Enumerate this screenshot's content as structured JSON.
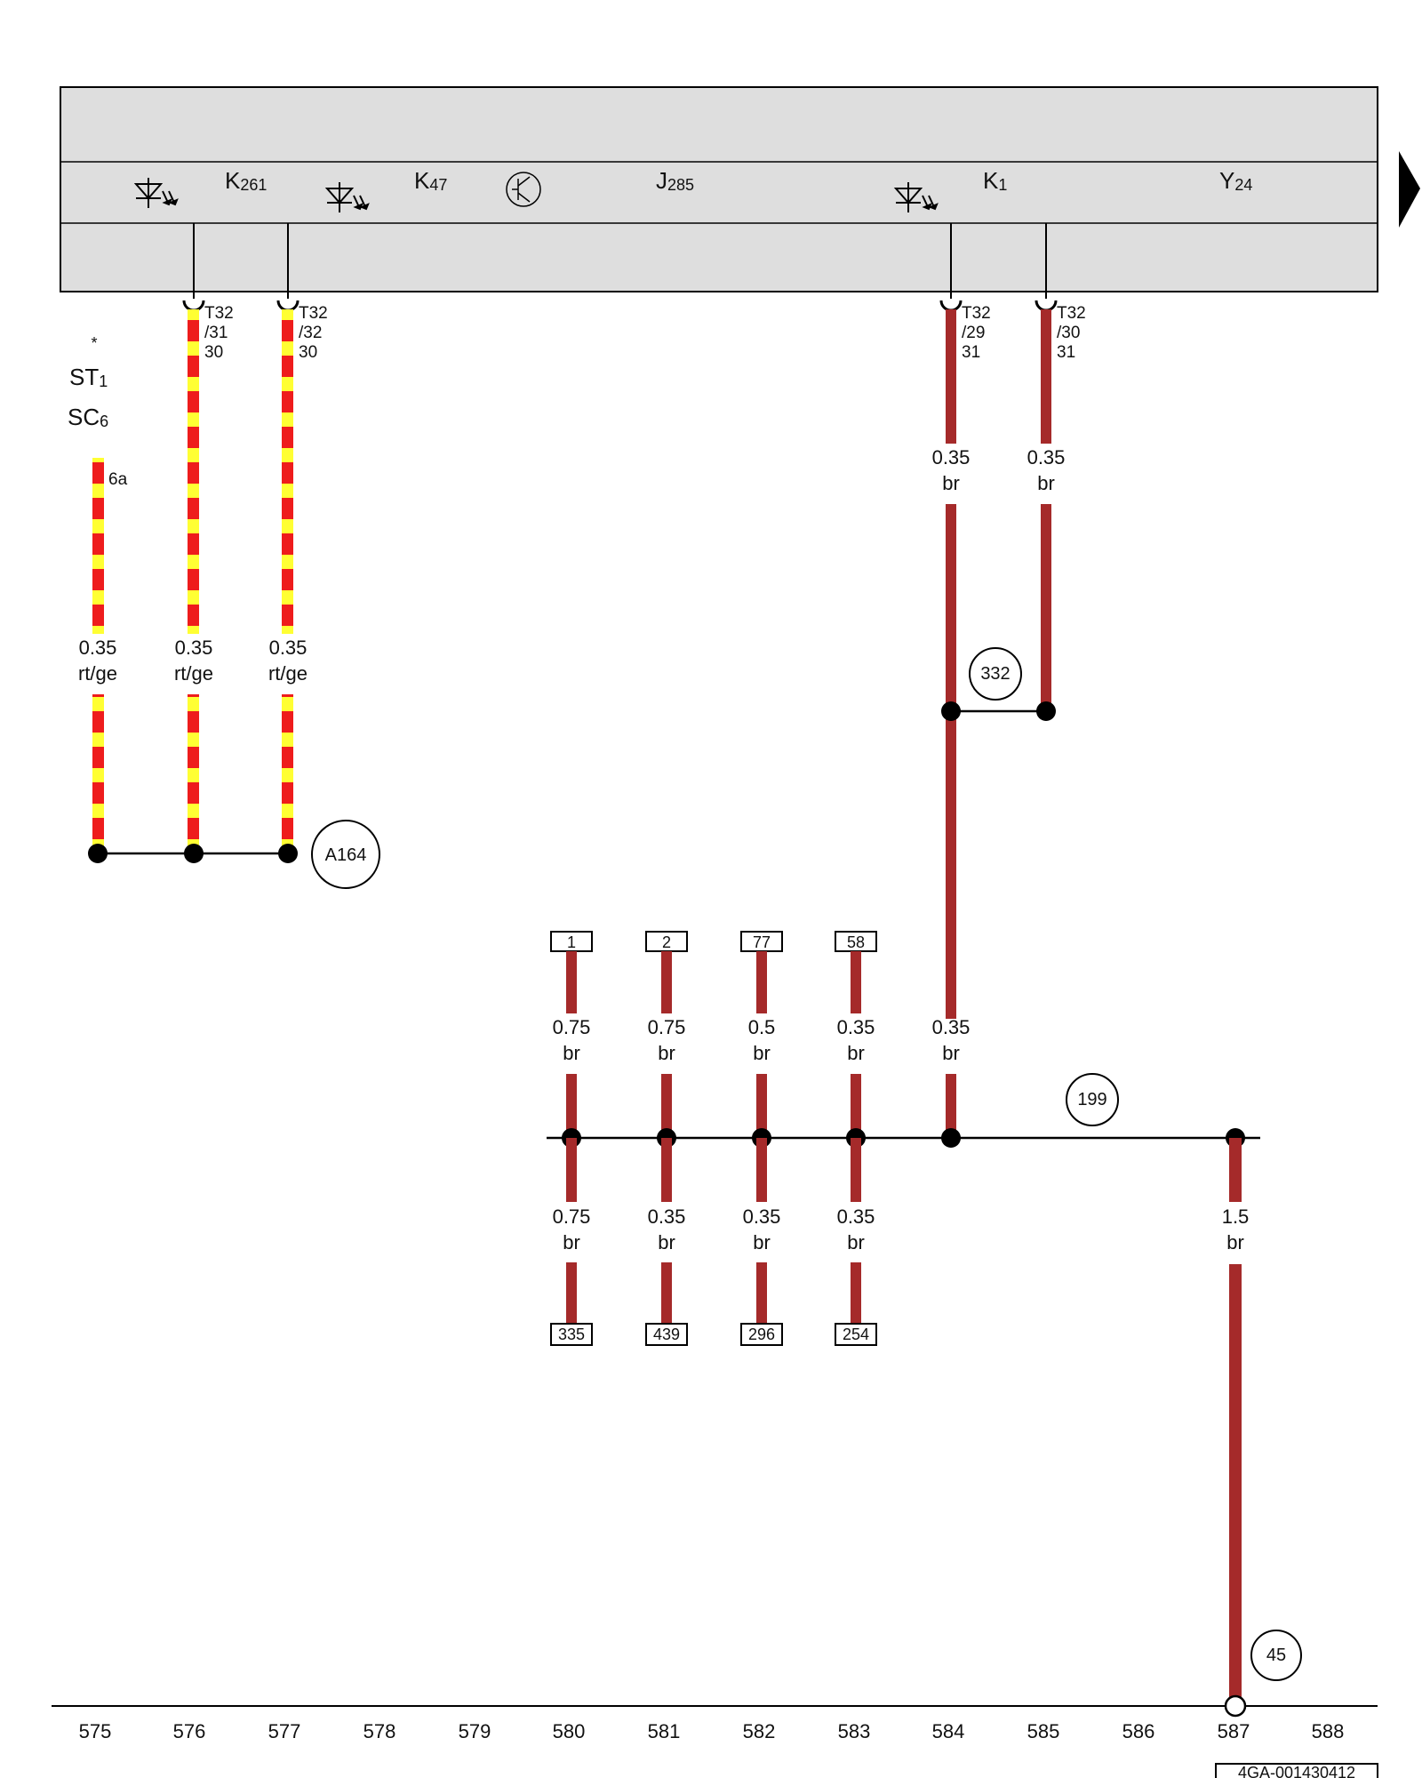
{
  "colors": {
    "panel_fill": "#dedede",
    "wire_brown": "#a52a2a",
    "wire_red": "#ee1c1c",
    "wire_yellow": "#ffff33",
    "line": "#000000"
  },
  "components": {
    "k261": {
      "main": "K",
      "sub": "261"
    },
    "k47": {
      "main": "K",
      "sub": "47"
    },
    "j285": {
      "main": "J",
      "sub": "285"
    },
    "k1": {
      "main": "K",
      "sub": "1"
    },
    "y24": {
      "main": "Y",
      "sub": "24"
    }
  },
  "side_labels": {
    "asterisk": "*",
    "st1": {
      "main": "ST",
      "sub": "1"
    },
    "sc6": {
      "main": "SC",
      "sub": "6"
    },
    "fuse_pin": "6a"
  },
  "connectors": [
    {
      "l1": "T32",
      "l2": "/31",
      "l3": "30"
    },
    {
      "l1": "T32",
      "l2": "/32",
      "l3": "30"
    },
    {
      "l1": "T32",
      "l2": "/29",
      "l3": "31"
    },
    {
      "l1": "T32",
      "l2": "/30",
      "l3": "31"
    }
  ],
  "wires": {
    "w1": {
      "size": "0.35",
      "color": "rt/ge"
    },
    "w2": {
      "size": "0.35",
      "color": "rt/ge"
    },
    "w3": {
      "size": "0.35",
      "color": "rt/ge"
    },
    "w4": {
      "size": "0.35",
      "color": "br"
    },
    "w5": {
      "size": "0.35",
      "color": "br"
    },
    "w6": {
      "size": "0.35",
      "color": "br"
    },
    "u1": {
      "size": "0.75",
      "color": "br"
    },
    "u2": {
      "size": "0.75",
      "color": "br"
    },
    "u3": {
      "size": "0.5",
      "color": "br"
    },
    "u4": {
      "size": "0.35",
      "color": "br"
    },
    "d1": {
      "size": "0.75",
      "color": "br"
    },
    "d2": {
      "size": "0.35",
      "color": "br"
    },
    "d3": {
      "size": "0.35",
      "color": "br"
    },
    "d4": {
      "size": "0.35",
      "color": "br"
    },
    "g1": {
      "size": "1.5",
      "color": "br"
    }
  },
  "references_top": [
    "1",
    "2",
    "77",
    "58"
  ],
  "references_bottom": [
    "335",
    "439",
    "296",
    "254"
  ],
  "connection_points": {
    "a164": "A164",
    "p332": "332",
    "p199": "199",
    "p45": "45"
  },
  "grid_numbers": [
    "575",
    "576",
    "577",
    "578",
    "579",
    "580",
    "581",
    "582",
    "583",
    "584",
    "585",
    "586",
    "587",
    "588"
  ],
  "doc_id": "4GA-001430412"
}
